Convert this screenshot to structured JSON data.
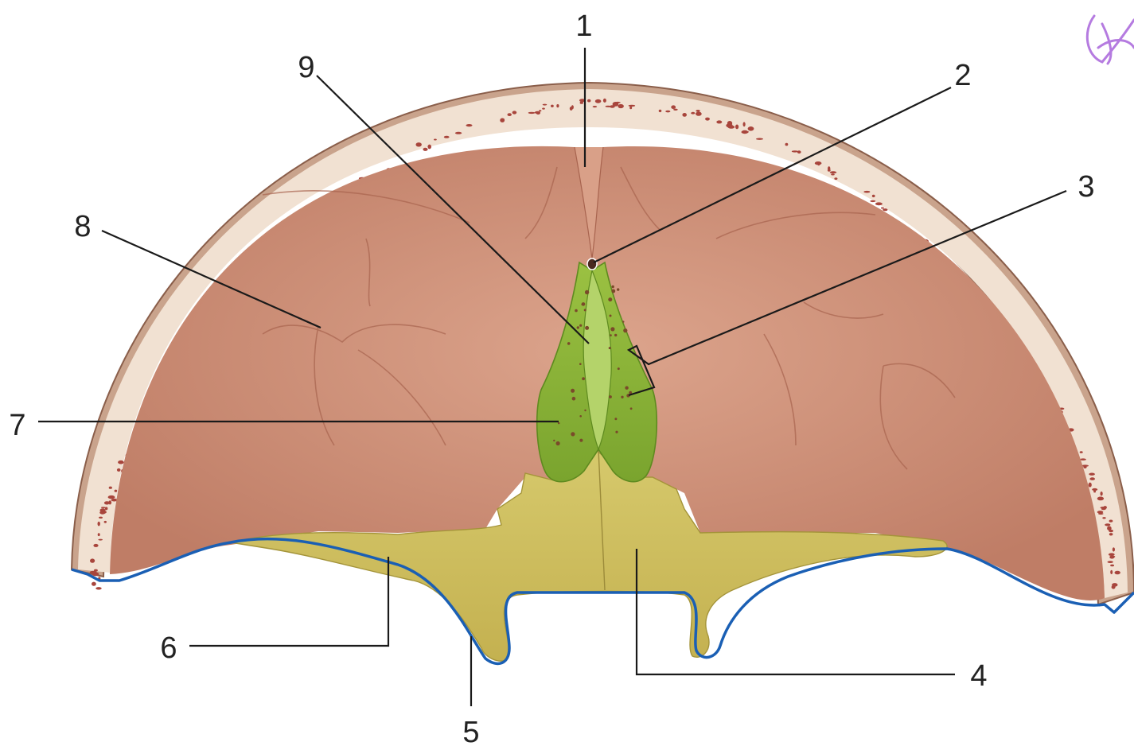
{
  "colors": {
    "bone_outer": "#c9a38c",
    "diploe": "#f1e1d2",
    "pore": "#a8453c",
    "fossa": "#c98a73",
    "fossa_highlight": "#d9a088",
    "ethmoid_green": "#8cb238",
    "green_dark": "#5e8a1f",
    "sphenoid_yellow": "#c9b85a",
    "sphenoid_light": "#ddd07a",
    "cut_edge": "#1a5fb4",
    "line": "#1a1a1a",
    "scribble": "#b57be0"
  },
  "labels": [
    "1",
    "2",
    "3",
    "4",
    "5",
    "6",
    "7",
    "8",
    "9"
  ],
  "icons": {
    "annotation": "scribble-icon"
  }
}
